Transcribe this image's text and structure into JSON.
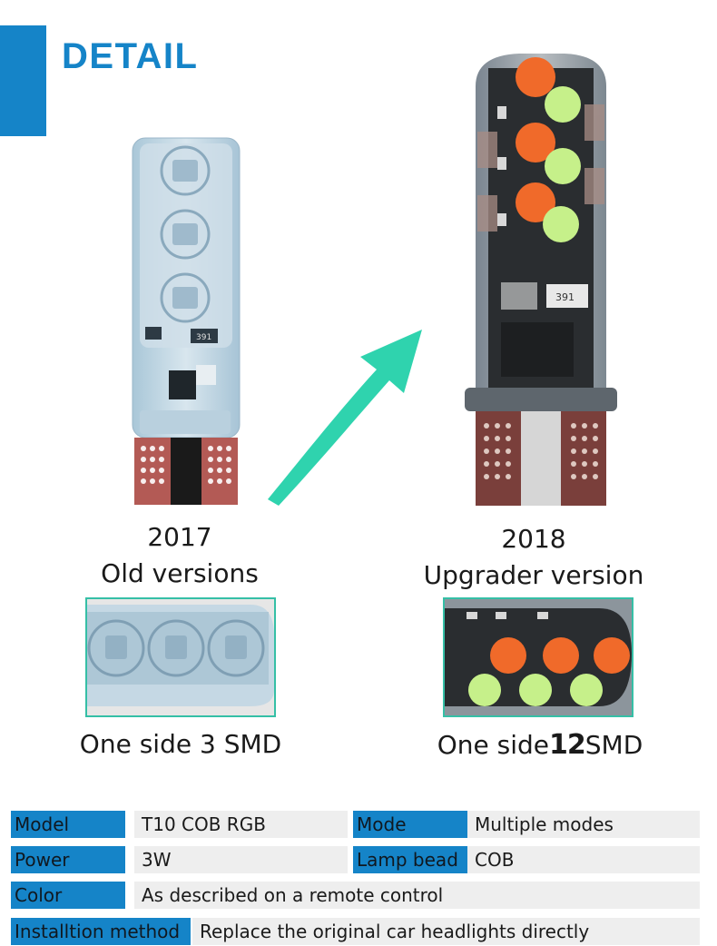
{
  "header": {
    "title": "DETAIL"
  },
  "old_version": {
    "year": "2017",
    "label": "Old versions",
    "smd": "One side 3 SMD",
    "resistor_code": "391"
  },
  "new_version": {
    "year": "2018",
    "label": "Upgrader version",
    "smd_prefix": "One side",
    "smd_count": "12",
    "smd_suffix": "SMD",
    "resistor_code": "391"
  },
  "specs": {
    "model_label": "Model",
    "model_value": "T10 COB RGB",
    "mode_label": "Mode",
    "mode_value": "Multiple modes",
    "power_label": "Power",
    "power_value": "3W",
    "lamp_label": "Lamp bead",
    "lamp_value": "COB",
    "color_label": "Color",
    "color_value": "As described on a remote control",
    "install_label": "Installtion method",
    "install_value": "Replace the original car headlights directly"
  },
  "colors": {
    "accent": "#1584c8",
    "arrow": "#2fd3ae",
    "frame": "#35bfa6",
    "orange_led": "#f06a2a",
    "green_led": "#c6f08a"
  },
  "icons": {
    "arrow": "upward-arrow-icon"
  }
}
